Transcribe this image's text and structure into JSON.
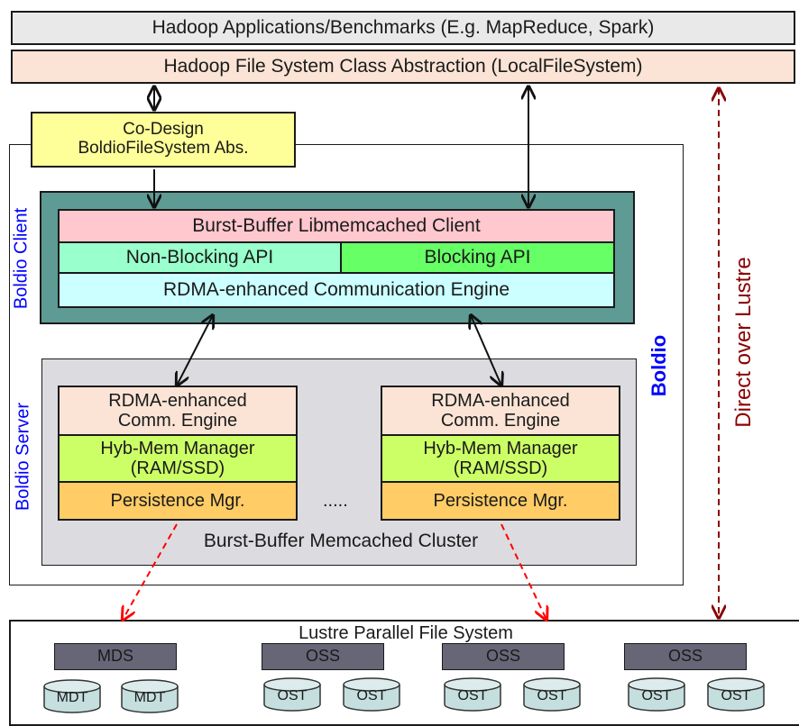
{
  "top": {
    "applications": "Hadoop Applications/Benchmarks (E.g. MapReduce, Spark)",
    "fs_abstraction": "Hadoop File System Class Abstraction (LocalFileSystem)"
  },
  "codesign": {
    "line1": "Co-Design",
    "line2": "BoldioFileSystem Abs."
  },
  "boldio_label": "Boldio",
  "client": {
    "side_label": "Boldio Client",
    "libmemcached": "Burst-Buffer Libmemcached Client",
    "nonblocking": "Non-Blocking API",
    "blocking": "Blocking API",
    "rdma": "RDMA-enhanced Communication Engine"
  },
  "server": {
    "side_label": "Boldio Server",
    "nodes": [
      {
        "comm1": "RDMA-enhanced",
        "comm2": "Comm. Engine",
        "hyb1": "Hyb-Mem Manager",
        "hyb2": "(RAM/SSD)",
        "persist": "Persistence Mgr."
      },
      {
        "comm1": "RDMA-enhanced",
        "comm2": "Comm. Engine",
        "hyb1": "Hyb-Mem Manager",
        "hyb2": "(RAM/SSD)",
        "persist": "Persistence Mgr."
      }
    ],
    "ellipsis": ".....",
    "cluster_label": "Burst-Buffer Memcached Cluster"
  },
  "direct_label": "Direct over Lustre",
  "lustre": {
    "title": "Lustre Parallel File System",
    "servers": [
      "MDS",
      "OSS",
      "OSS",
      "OSS"
    ],
    "targets": [
      "MDT",
      "MDT",
      "OST",
      "OST",
      "OST",
      "OST",
      "OST",
      "OST"
    ]
  },
  "colors": {
    "app_bg": "#e9e9e9",
    "fs_bg": "#fbe4d5",
    "codesign_bg": "#ffff99",
    "client_bg": "#5e9b94",
    "pink": "#ffc7ce",
    "mint": "#99ffcc",
    "green": "#66ff66",
    "cyan": "#ccffff",
    "server_bg": "#dcdce0",
    "peach": "#fbe4d5",
    "lime": "#ccff66",
    "orange": "#ffcc66",
    "server_node": "#666677",
    "disk": "#c5dede",
    "blue_text": "#0000ff",
    "red_arrow": "#ff0000",
    "dark_red": "#8b0000"
  }
}
